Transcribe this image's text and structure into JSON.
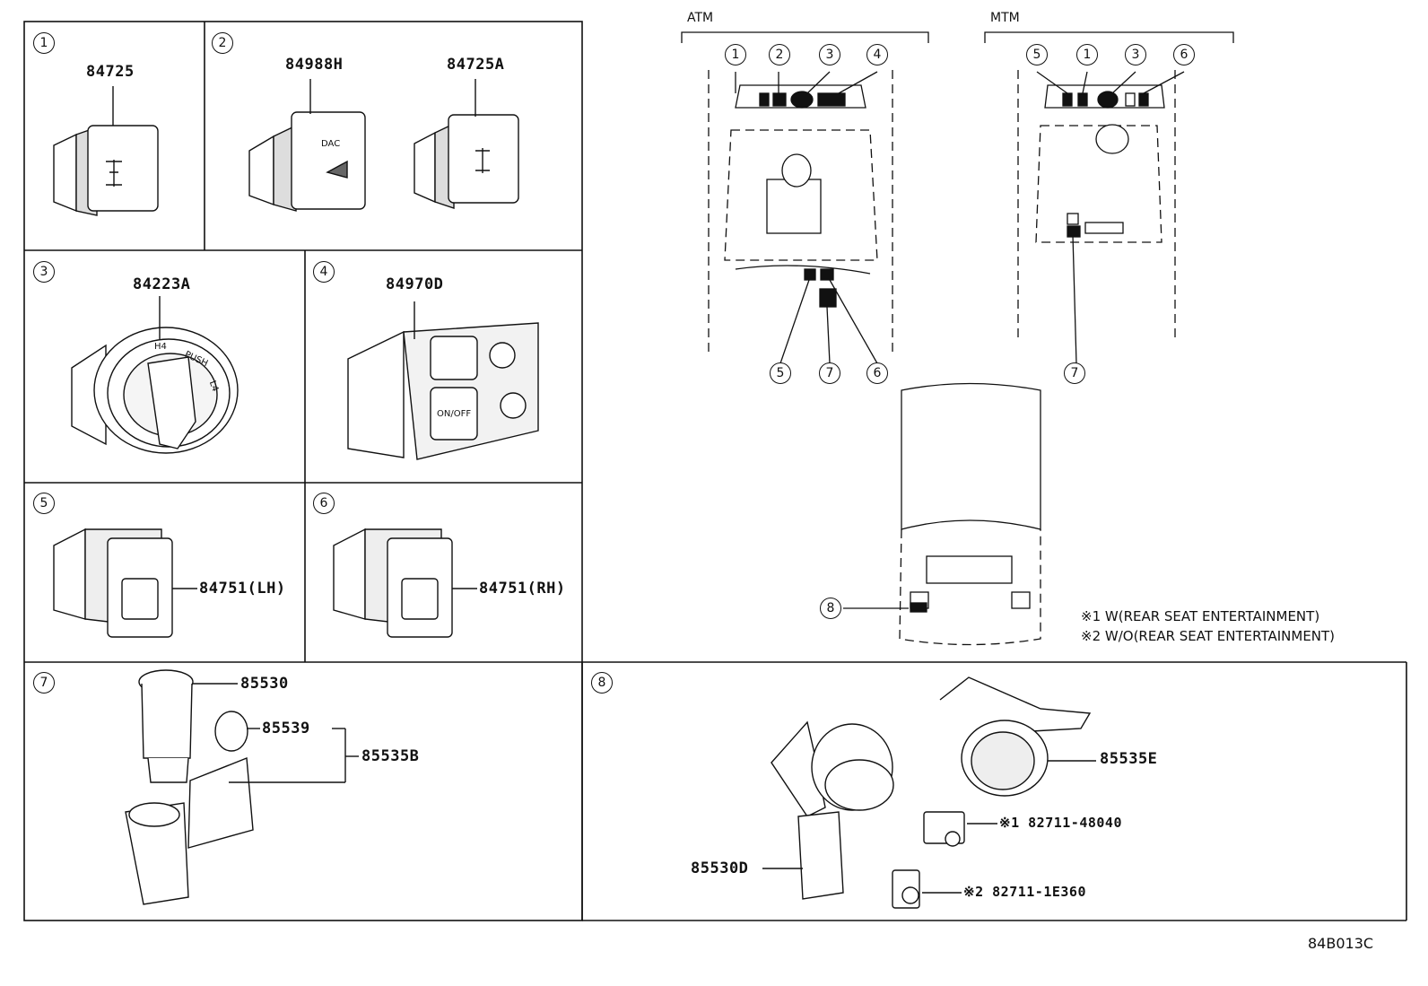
{
  "cells": [
    {
      "ref": "1",
      "parts": [
        "84725"
      ]
    },
    {
      "ref": "2",
      "parts": [
        "84988H",
        "84725A"
      ]
    },
    {
      "ref": "3",
      "parts": [
        "84223A"
      ]
    },
    {
      "ref": "4",
      "parts": [
        "84970D"
      ]
    },
    {
      "ref": "5",
      "parts": [
        "84751(LH)"
      ]
    },
    {
      "ref": "6",
      "parts": [
        "84751(RH)"
      ]
    },
    {
      "ref": "7",
      "parts": [
        "85530",
        "85539",
        "85535B"
      ]
    },
    {
      "ref": "8",
      "parts": [
        "85535E",
        "85530D",
        "※1 82711-48040",
        "※2 82711-1E360"
      ]
    }
  ],
  "overview": {
    "atm_label": "ATM",
    "mtm_label": "MTM",
    "atm_top_refs": [
      "1",
      "2",
      "3",
      "4"
    ],
    "atm_bottom_refs": [
      "5",
      "7",
      "6"
    ],
    "mtm_top_refs": [
      "5",
      "1",
      "3",
      "6"
    ],
    "mtm_bottom_refs": [
      "7"
    ],
    "rear_ref": "8"
  },
  "notes": [
    "※1 W(REAR SEAT ENTERTAINMENT)",
    "※2 W/O(REAR SEAT ENTERTAINMENT)"
  ],
  "switch_text": {
    "dac": "DAC",
    "on_off": "ON/OFF",
    "h4": "H4",
    "push": "PUSH",
    "l4": "L4"
  },
  "diagram_code": "84B013C"
}
